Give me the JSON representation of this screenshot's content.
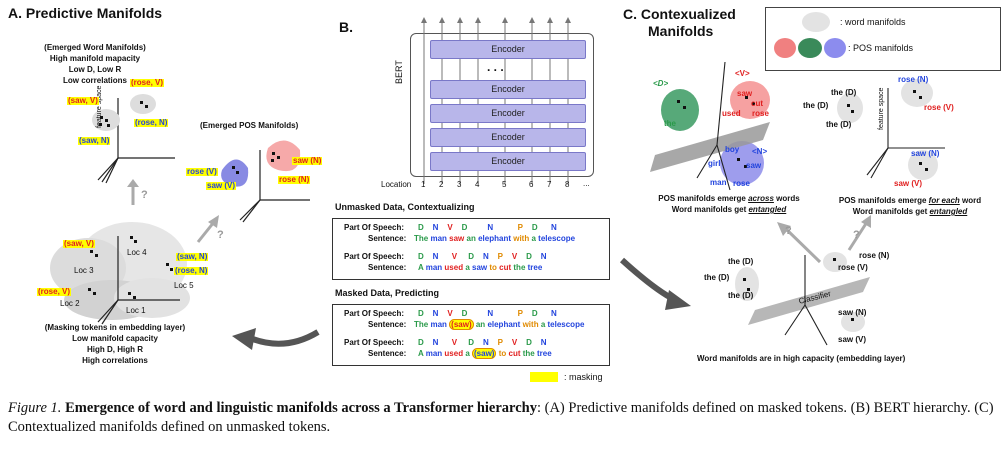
{
  "panelA": {
    "title": "A.  Predictive Manifolds",
    "top_notes": [
      "(Emerged Word Manifolds)",
      "High manifold mapacity",
      "Low D, Low R",
      "Low correlations"
    ],
    "feature_space": "feature space",
    "top_labels": [
      "(rose, V)",
      "(saw, V)",
      "(rose, N)",
      "(saw, N)"
    ],
    "pos_title": "(Emerged POS Manifolds)",
    "pos_labels": [
      "rose (V)",
      "saw (V)",
      "saw (N)",
      "rose (N)"
    ],
    "bottom_labels": [
      "(saw, V)",
      "(rose, V)",
      "(saw, N)",
      "(rose, N)"
    ],
    "locs": [
      "Loc 4",
      "Loc 3",
      "Loc 2",
      "Loc 1",
      "Loc 5"
    ],
    "bottom_notes": [
      "(Masking tokens in embedding layer)",
      "Low manifold capacity",
      "High D, High R",
      "High correlations"
    ],
    "q": "?"
  },
  "panelB": {
    "title": "B.",
    "bert": "BERT",
    "encoders": [
      "Encoder",
      "Encoder",
      "Encoder",
      "Encoder",
      "Encoder"
    ],
    "dots": ". . .",
    "location_label": "Location",
    "locations": [
      "1",
      "2",
      "3",
      "4",
      "5",
      "6",
      "7",
      "8",
      "..."
    ],
    "unmasked_title": "Unmasked Data, Contextualizing",
    "masked_title": "Masked Data, Predicting",
    "pos_label": "Part Of Speech:",
    "sentence_label": "Sentence:",
    "pos1": [
      "D",
      "N",
      "V",
      "D",
      "N",
      "P",
      "D",
      "N"
    ],
    "s1": [
      "The",
      "man",
      "saw",
      "an",
      "elephant",
      "with",
      "a",
      "telescope"
    ],
    "pos2": [
      "D",
      "N",
      "V",
      "D",
      "N",
      "P",
      "V",
      "D",
      "N"
    ],
    "s2": [
      "A",
      "man",
      "used",
      "a",
      "saw",
      "to",
      "cut",
      "the",
      "tree"
    ],
    "masking_label": ": masking"
  },
  "panelC": {
    "title_line1": "C.  Contexualized",
    "title_line2": "Manifolds",
    "legend_word": ": word manifolds",
    "legend_pos": ": POS manifolds",
    "tags": [
      "<D>",
      "<V>",
      "<N>"
    ],
    "left_words": [
      "the",
      "saw",
      "cut",
      "used",
      "rose",
      "boy",
      "girl",
      "saw",
      "man",
      "rose"
    ],
    "left_caption": [
      "POS manifolds emerge ",
      "across",
      " words",
      "Word manifolds get ",
      "entangled"
    ],
    "right_words": [
      "the (D)",
      "the (D)",
      "the (D)",
      "rose (N)",
      "rose (V)",
      "saw (N)",
      "saw (V)"
    ],
    "right_caption": [
      "POS manifolds emerge ",
      "for each",
      " word",
      "Word manifolds get ",
      "entangled"
    ],
    "feature_space": "feature space",
    "bottom_words": [
      "the (D)",
      "the (D)",
      "the (D)",
      "rose (N)",
      "rose (V)",
      "saw (N)",
      "saw (V)"
    ],
    "classifier": "Classifier",
    "bottom_caption": "Word manifolds are in high capacity (embedding layer)",
    "q": "?"
  },
  "caption": {
    "fig": "Figure 1.",
    "bold": "Emergence of word and linguistic manifolds across a Transformer hierarchy",
    "rest": ": (A) Predictive manifolds defined on masked tokens. (B) BERT hierarchy. (C) Contextualized manifolds defined on unmasked tokens."
  },
  "colors": {
    "det": "#2a9a4a",
    "noun": "#2244dd",
    "verb": "#e02020",
    "prep": "#e08a00",
    "encoder": "#b8b6ea",
    "highlight": "#ffff00"
  }
}
